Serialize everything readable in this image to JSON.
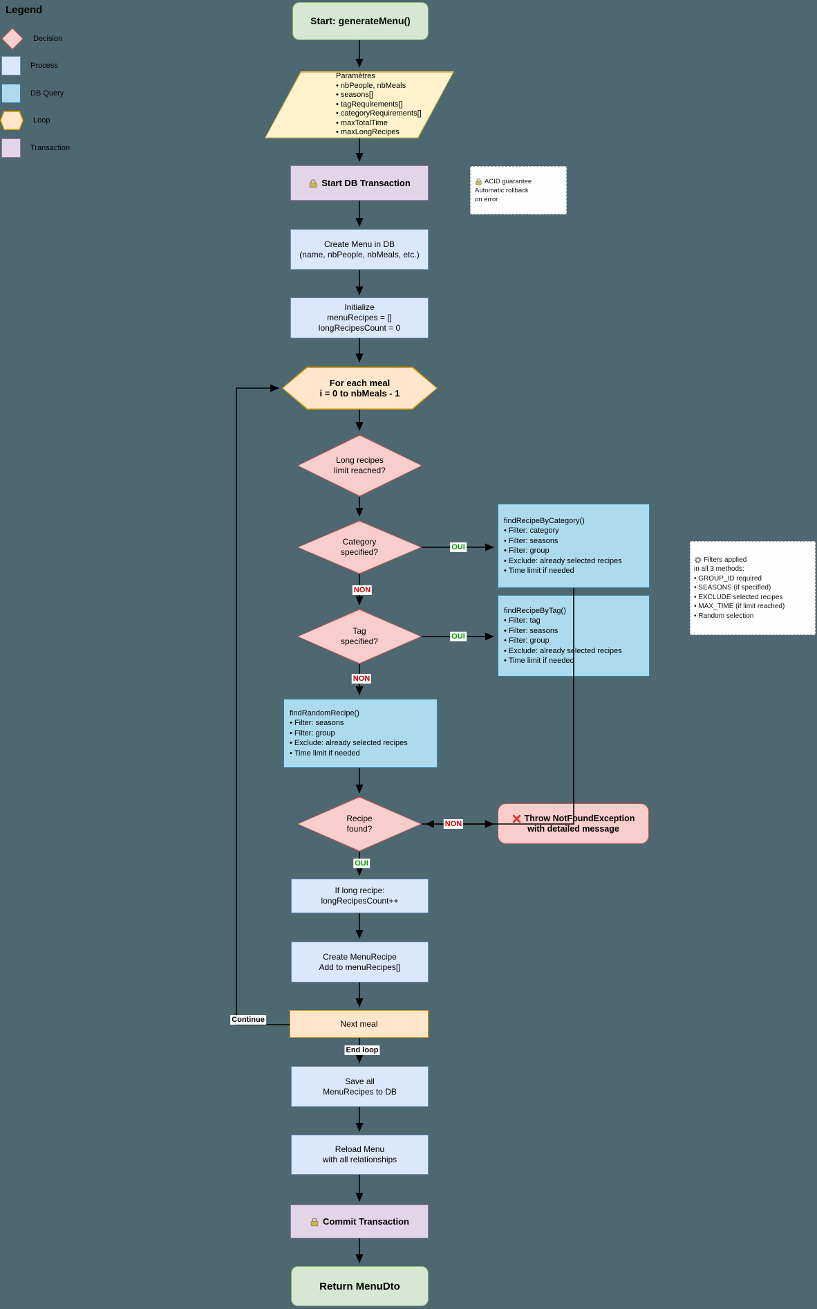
{
  "palette": {
    "background": "#4d6870",
    "decision_fill": "#f8cecc",
    "decision_border": "#b85450",
    "process_fill": "#dae8fc",
    "process_border": "#6c8ebf",
    "query_fill": "#aedaee",
    "query_border": "#2c7fa8",
    "loop_fill": "#ffe6cc",
    "loop_border": "#d79b00",
    "transaction_fill": "#e1d5e7",
    "transaction_border": "#9673a6",
    "start_end_fill": "#d5e8d4",
    "start_end_border": "#82b366",
    "yes_label_color": "#009900",
    "no_label_color": "#cc0000"
  },
  "legend": {
    "title": "Legend",
    "items": [
      {
        "label": "Decision",
        "shape": "diamond"
      },
      {
        "label": "Process",
        "shape": "rect"
      },
      {
        "label": "DB Query",
        "shape": "rect"
      },
      {
        "label": "Loop",
        "shape": "hexagon"
      },
      {
        "label": "Transaction",
        "shape": "rect"
      }
    ]
  },
  "nodes": {
    "start": {
      "label": "Start: generateMenu()"
    },
    "parameters": {
      "lines": [
        "Paramètres",
        "• nbPeople, nbMeals",
        "• seasons[]",
        "• tagRequirements[]",
        "• categoryRequirements[]",
        "• maxTotalTime",
        "• maxLongRecipes"
      ]
    },
    "start_transaction": {
      "label": "Start DB Transaction"
    },
    "create_menu": {
      "lines": [
        "Create Menu in DB",
        "(name, nbPeople, nbMeals, etc.)"
      ]
    },
    "initialize": {
      "lines": [
        "Initialize",
        "menuRecipes = []",
        "longRecipesCount = 0"
      ]
    },
    "loop_start": {
      "lines": [
        "For each meal",
        "i = 0 to nbMeals - 1"
      ]
    },
    "long_recipes_check": {
      "lines": [
        "Long recipes",
        "limit reached?"
      ]
    },
    "category_check": {
      "lines": [
        "Category",
        "specified?"
      ]
    },
    "find_by_category": {
      "lines": [
        "findRecipeByCategory()",
        "• Filter: category",
        "• Filter: seasons",
        "• Filter: group",
        "• Exclude: already selected recipes",
        "• Time limit if needed"
      ]
    },
    "tag_check": {
      "lines": [
        "Tag",
        "specified?"
      ]
    },
    "find_by_tag": {
      "lines": [
        "findRecipeByTag()",
        "• Filter: tag",
        "• Filter: seasons",
        "• Filter: group",
        "• Exclude: already selected recipes",
        "• Time limit if needed"
      ]
    },
    "find_random": {
      "lines": [
        "findRandomRecipe()",
        "• Filter: seasons",
        "• Filter: group",
        "• Exclude: already selected recipes",
        "• Time limit if needed"
      ]
    },
    "recipe_found_check": {
      "lines": [
        "Recipe",
        "found?"
      ]
    },
    "throw_exception": {
      "line1": "Throw NotFoundException",
      "line2": "with detailed message"
    },
    "increment_long": {
      "lines": [
        "If long recipe:",
        "longRecipesCount++"
      ]
    },
    "create_menu_recipe": {
      "lines": [
        "Create MenuRecipe",
        "Add to menuRecipes[]"
      ]
    },
    "next_meal": {
      "label": "Next meal"
    },
    "save_all": {
      "lines": [
        "Save all",
        "MenuRecipes to DB"
      ]
    },
    "reload_menu": {
      "lines": [
        "Reload Menu",
        "with all relationships"
      ]
    },
    "commit_transaction": {
      "label": "Commit Transaction"
    },
    "return_node": {
      "label": "Return MenuDto"
    }
  },
  "notes": {
    "acid": {
      "line1": "ACID guarantee",
      "rest": [
        "Automatic rollback",
        "on error"
      ]
    },
    "filters": {
      "line1": "Filters applied",
      "rest": [
        "in all 3 methods:",
        "• GROUP_ID required",
        "• SEASONS (if specified)",
        "• EXCLUDE selected recipes",
        "• MAX_TIME (if limit reached)",
        "• Random selection"
      ]
    }
  },
  "edge_labels": {
    "category_yes": "OUI",
    "category_no": "NON",
    "tag_yes": "OUI",
    "tag_no": "NON",
    "recipe_yes": "OUI",
    "recipe_no": "NON",
    "loop_continue": "Continue",
    "loop_end": "End loop"
  }
}
